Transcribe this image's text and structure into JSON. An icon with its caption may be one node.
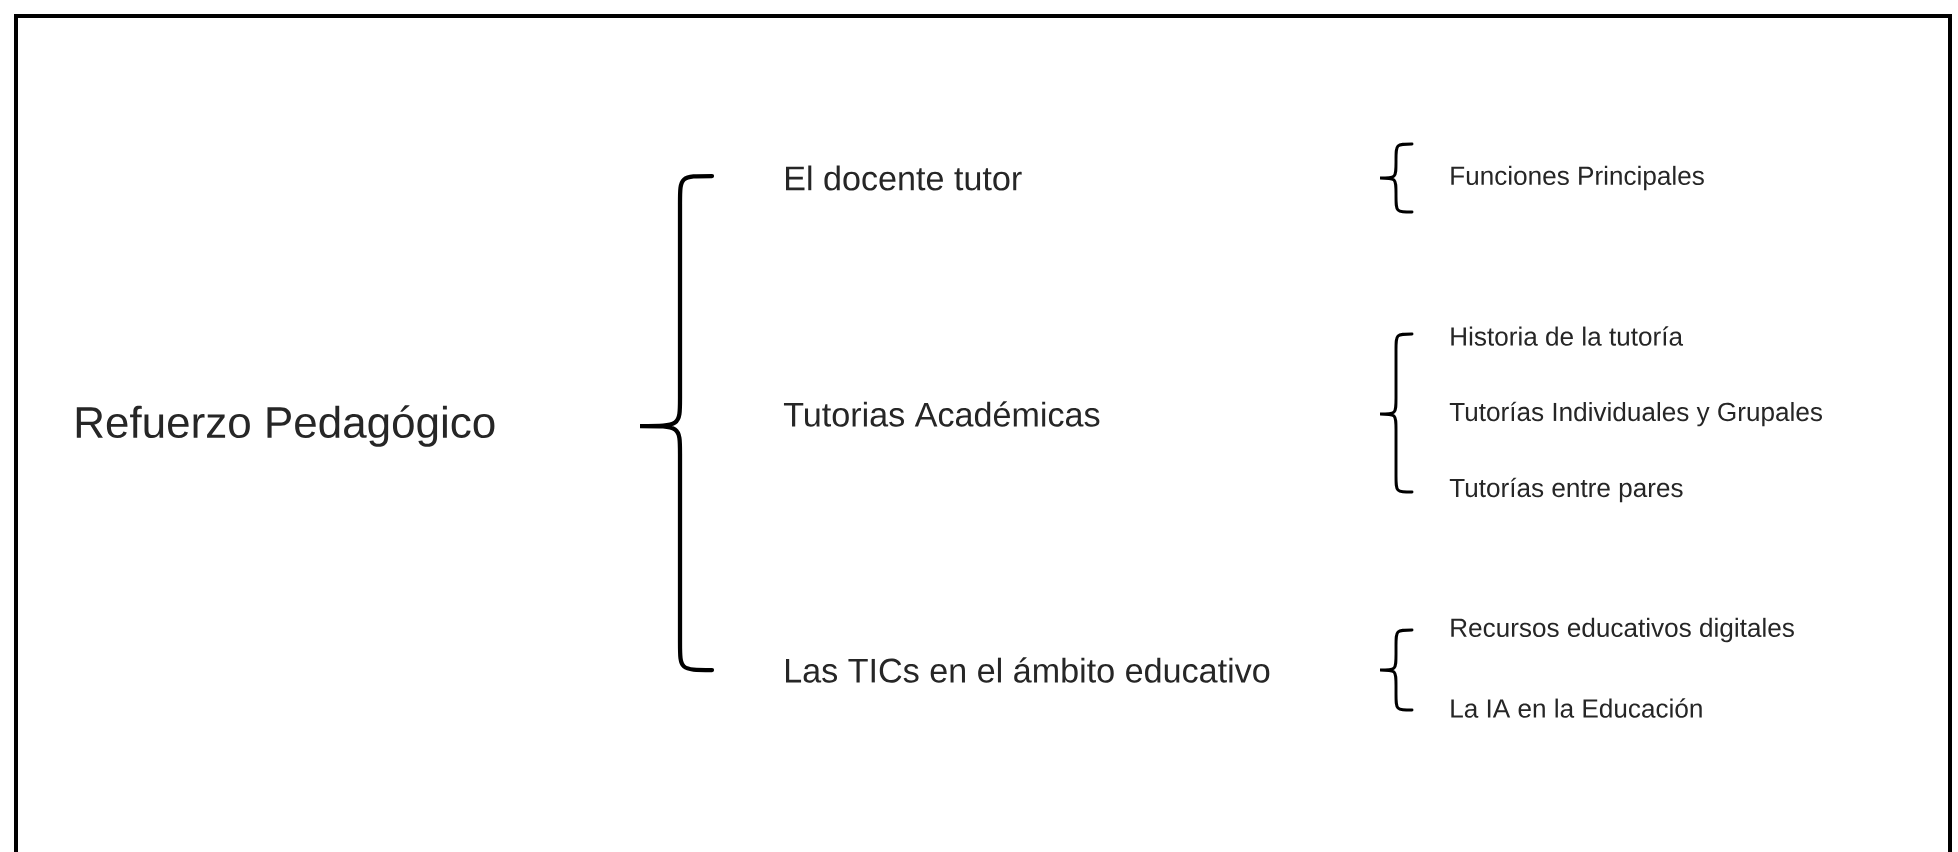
{
  "diagram": {
    "nodes": [
      {
        "text": [
          "Refuerzo Pedagógico"
        ]
      },
      {
        "text": [
          "El docente tutor"
        ]
      },
      {
        "text": [
          "Tutorias Académicas"
        ]
      },
      {
        "text": [
          "Las TICs en el ámbito educativo"
        ]
      },
      {
        "text": [
          "Funciones Principales"
        ]
      },
      {
        "text": [
          "Historia de la tutoría"
        ]
      },
      {
        "text": [
          "Tutorías Individuales y Grupales"
        ]
      },
      {
        "text": [
          "Tutorías entre pares"
        ]
      },
      {
        "text": [
          "Recursos educativos digitales"
        ]
      },
      {
        "text": [
          "La IA en la Educación"
        ]
      }
    ]
  }
}
